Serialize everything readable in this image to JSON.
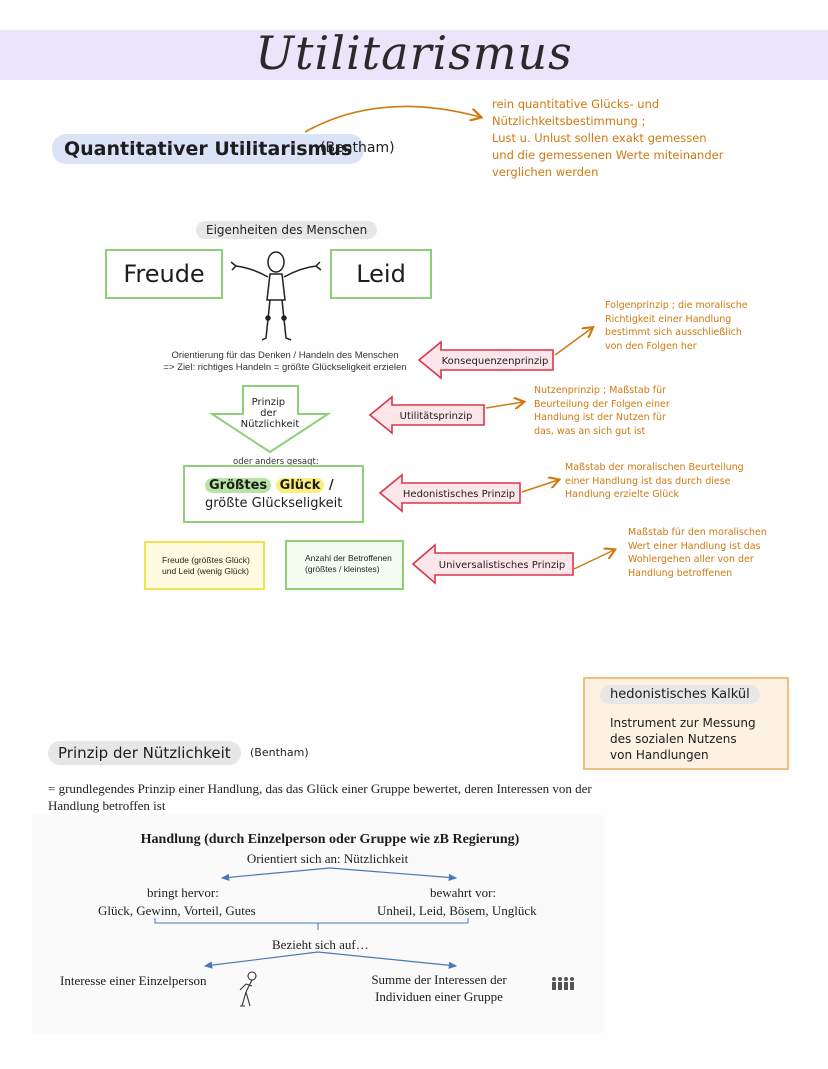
{
  "page": {
    "title": "Utilitarismus"
  },
  "quantitative": {
    "heading": "Quantitativer Utilitarismus",
    "author": "(Bentham)",
    "note": "rein quantitative Glücks- und\nNützlichkeitsbestimmung ;\nLust u. Unlust sollen exakt gemessen\nund die gemessenen Werte miteinander\nverglichen werden"
  },
  "diagram": {
    "eigenheiten_label": "Eigenheiten des Menschen",
    "freude": "Freude",
    "leid": "Leid",
    "orientation_text": "Orientierung für das Denken / Handeln des Menschen\n=> Ziel: richtiges Handeln = größte Glückseligkeit erzielen",
    "prinzip_arrow_label": "Prinzip\nder\nNützlichkeit",
    "oder_label": "oder anders gesagt:",
    "glueck_word1": "Größtes",
    "glueck_word2": "Glück",
    "glueck_slash": " /",
    "glueck_line2": "größte Glückseligkeit",
    "yellow_box": "Freude (größtes Glück)\nund Leid (wenig Glück)",
    "green_small_box": "Anzahl der Betroffenen\n(größtes / kleinstes)",
    "colors": {
      "box_border": "#8fcf7a",
      "arrow_border": "#d9374b",
      "arrow_fill": "#fde6ea",
      "note_color": "#cf7a10",
      "highlight_yellow": "#fbee7a",
      "highlight_green": "#b7e4a2"
    }
  },
  "principles": [
    {
      "label": "Konsequenzenprinzip",
      "note": "Folgenprinzip ; die moralische\nRichtigkeit einer Handlung\nbestimmt sich ausschließlich\nvon den Folgen her"
    },
    {
      "label": "Utilitätsprinzip",
      "note": "Nutzenprinzip ; Maßstab für\nBeurteilung der Folgen einer\nHandlung ist der Nutzen für\ndas, was an sich gut ist"
    },
    {
      "label": "Hedonistisches Prinzip",
      "note": "Maßstab der moralischen Beurteilung\neiner Handlung ist das durch diese\nHandlung erzielte Glück"
    },
    {
      "label": "Universalistisches Prinzip",
      "note": "Maßstab für den moralischen\nWert einer Handlung ist das\nWohlergehen aller von der\nHandlung betroffenen"
    }
  ],
  "hedonistic_calculus": {
    "title": "hedonistisches Kalkül",
    "description": "Instrument zur Messung\ndes sozialen Nutzens\nvon Handlungen"
  },
  "nutzlichkeit": {
    "heading": "Prinzip der Nützlichkeit",
    "author": "(Bentham)",
    "definition": "= grundlegendes Prinzip einer Handlung, das das Glück einer Gruppe bewertet, deren Interessen von der Handlung betroffen ist"
  },
  "schema": {
    "title": "Handlung (durch Einzelperson oder Gruppe wie zB Regierung)",
    "orientation": "Orientiert sich an: Nützlichkeit",
    "left_label": "bringt hervor:",
    "left_items": "Glück, Gewinn, Vorteil, Gutes",
    "right_label": "bewahrt vor:",
    "right_items": "Unheil, Leid, Bösem, Unglück",
    "relates": "Bezieht sich auf…",
    "individual": "Interesse einer Einzelperson",
    "group": "Summe der Interessen der\nIndividuen einer Gruppe"
  }
}
